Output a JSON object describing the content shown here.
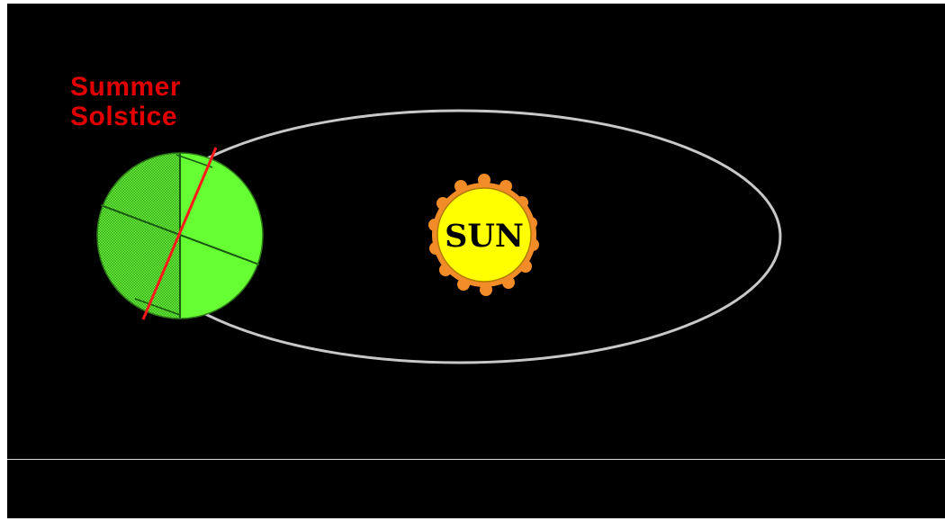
{
  "labels": {
    "caption_line1": "Summer",
    "caption_line2": "Solstice",
    "sun_text": "SUN"
  },
  "colors": {
    "background": "#000000",
    "caption": "#e00000",
    "earth_light": "#66ff33",
    "earth_dark": "#3ab81e",
    "axis": "#ff1a1a",
    "sun_fill": "#ffff00",
    "sun_corona": "#f28c28",
    "orbit": "#c8c8c8"
  },
  "icons": {
    "earth": "earth-globe",
    "sun": "sun-disc"
  }
}
